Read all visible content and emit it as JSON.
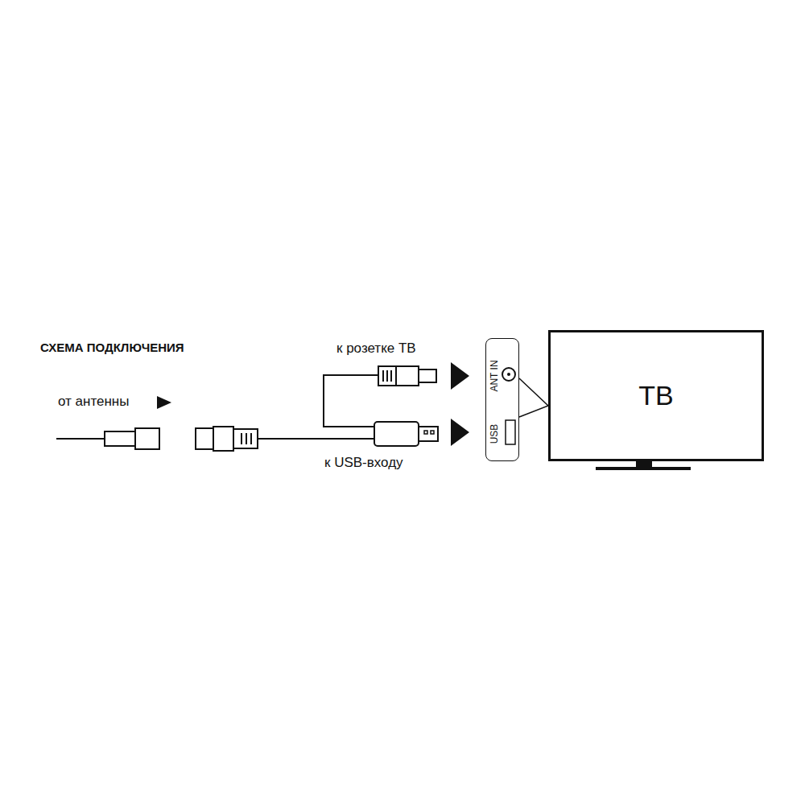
{
  "diagram": {
    "title": "СХЕМА ПОДКЛЮЧЕНИЯ",
    "nodes": [
      {
        "text": [
          "ANT IN",
          "USB"
        ]
      },
      {
        "text": [
          "ТВ"
        ]
      }
    ],
    "edges": [
      {
        "from": 0,
        "to": 1,
        "arrow": "none"
      }
    ],
    "labels": [
      "от антенны",
      "к розетке ТВ",
      "к USB-входу"
    ]
  }
}
